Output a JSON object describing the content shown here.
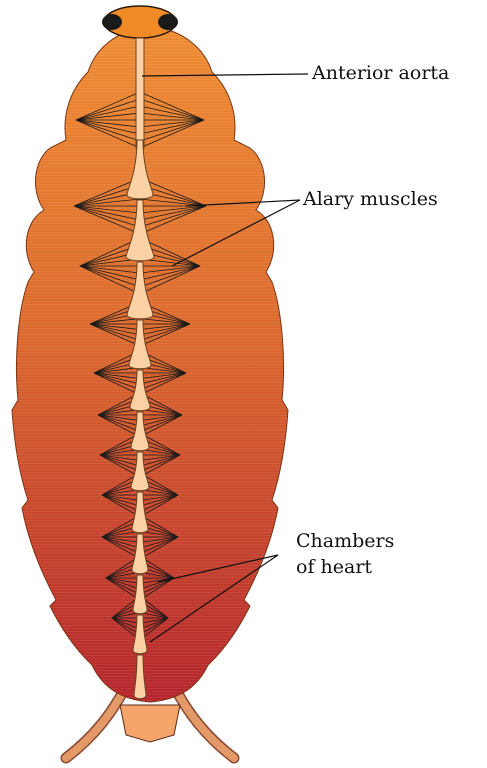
{
  "labels": {
    "anterior_aorta": "Anterior aorta",
    "alary_muscles": "Alary muscles",
    "chambers_line1": "Chambers",
    "chambers_line2": "of heart"
  },
  "colors": {
    "body_top": "#ef8d34",
    "body_bottom": "#b7282c",
    "heart": "#fcd1a4",
    "muscle_lines": "#1a1a1a",
    "head": "#f08b28",
    "antenna": "#e39a68"
  }
}
